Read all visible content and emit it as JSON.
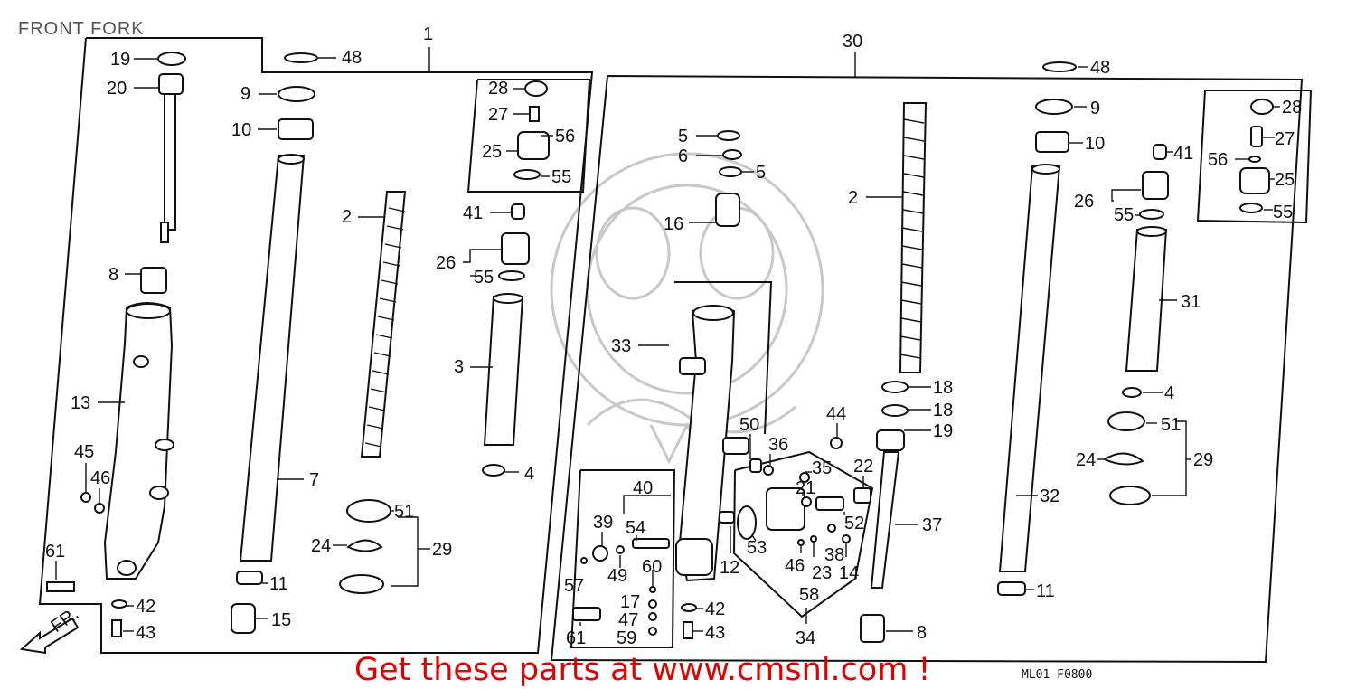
{
  "title": "FRONT FORK",
  "groups": {
    "left": "1",
    "right": "30"
  },
  "promo": "Get these parts at www.cmsnl.com !",
  "code": "ML01-F0800",
  "direction": "FR.",
  "labels_left": {
    "p19": "19",
    "p20": "20",
    "p48": "48",
    "p9": "9",
    "p10": "10",
    "p28": "28",
    "p27": "27",
    "p56": "56",
    "p25": "25",
    "p55a": "55",
    "p2": "2",
    "p41": "41",
    "p26": "26",
    "p55b": "55",
    "p8": "8",
    "p3": "3",
    "p13": "13",
    "p7": "7",
    "p4": "4",
    "p45": "45",
    "p46": "46",
    "p51": "51",
    "p24": "24",
    "p29": "29",
    "p61": "61",
    "p11": "11",
    "p42": "42",
    "p43": "43",
    "p15": "15"
  },
  "labels_right": {
    "p48": "48",
    "p9": "9",
    "p28": "28",
    "p5a": "5",
    "p6": "6",
    "p5b": "5",
    "p10": "10",
    "p41": "41",
    "p27": "27",
    "p56": "56",
    "p25": "25",
    "p2": "2",
    "p26": "26",
    "p55a": "55",
    "p55b": "55",
    "p16": "16",
    "p31": "31",
    "p33": "33",
    "p18a": "18",
    "p18b": "18",
    "p19": "19",
    "p4": "4",
    "p44": "44",
    "p50": "50",
    "p36": "36",
    "p51": "51",
    "p35": "35",
    "p21": "21",
    "p22": "22",
    "p24": "24",
    "p29": "29",
    "p40": "40",
    "p39": "39",
    "p54": "54",
    "p52": "52",
    "p37": "37",
    "p32": "32",
    "p53": "53",
    "p38": "38",
    "p57": "57",
    "p49": "49",
    "p60": "60",
    "p12": "12",
    "p46": "46",
    "p23": "23",
    "p14": "14",
    "p58": "58",
    "p17": "17",
    "p47": "47",
    "p61": "61",
    "p59": "59",
    "p42": "42",
    "p43": "43",
    "p34": "34",
    "p8": "8",
    "p11": "11"
  }
}
